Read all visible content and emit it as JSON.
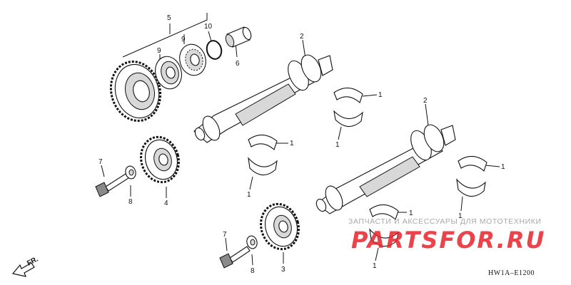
{
  "diagram": {
    "code": "HW1A–E1200",
    "direction_label": "FR.",
    "watermark": {
      "tagline": "ЗАПЧАСТИ И АКСЕССУАРЫ ДЛЯ МОТОТЕХНИКИ",
      "brand_left": "PARTS",
      "brand_right": "FOR.RU",
      "brand_color": "#e8232a"
    }
  },
  "callouts": {
    "c5": "5",
    "c9a": "9",
    "c9b": "9",
    "c10": "10",
    "c6": "6",
    "c2a": "2",
    "c2b": "2",
    "c1a": "1",
    "c1b": "1",
    "c1c": "1",
    "c1d": "1",
    "c1e": "1",
    "c1f": "1",
    "c1g": "1",
    "c1h": "1",
    "c7a": "7",
    "c8a": "8",
    "c4": "4",
    "c7b": "7",
    "c8b": "8",
    "c3": "3"
  }
}
